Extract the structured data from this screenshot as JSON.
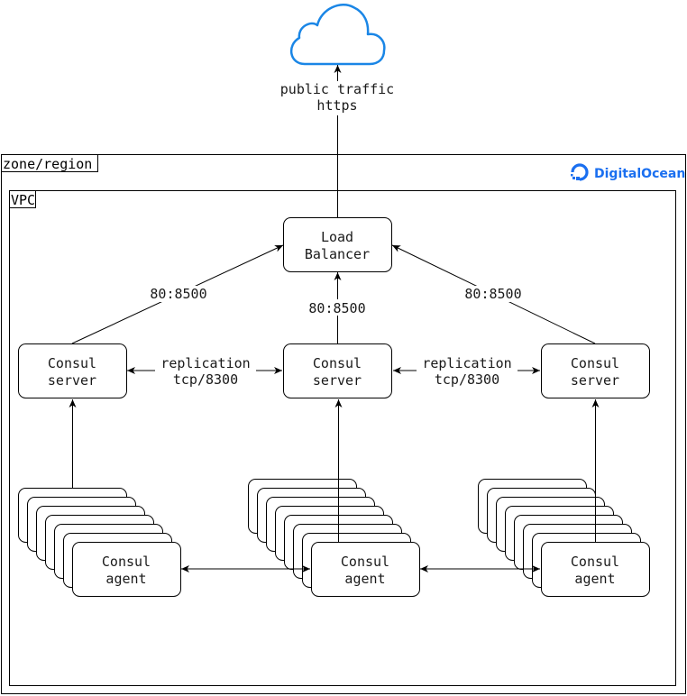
{
  "colors": {
    "cloud": "#1a86e6",
    "brand": "#1a6ff0",
    "stroke": "#000000"
  },
  "cloud": {
    "icon": "cloud-icon"
  },
  "internet_edge": {
    "line1": "public traffic",
    "line2": "https"
  },
  "zone": {
    "label": "zone/region"
  },
  "brand": {
    "name": "DigitalOcean",
    "icon": "digitalocean-logo-icon"
  },
  "vpc": {
    "label": "VPC"
  },
  "load_balancer": {
    "line1": "Load",
    "line2": "Balancer"
  },
  "servers": [
    {
      "line1": "Consul",
      "line2": "server"
    },
    {
      "line1": "Consul",
      "line2": "server"
    },
    {
      "line1": "Consul",
      "line2": "server"
    }
  ],
  "server_to_lb_labels": [
    "80:8500",
    "80:8500",
    "80:8500"
  ],
  "replication_labels": [
    {
      "line1": "replication",
      "line2": "tcp/8300"
    },
    {
      "line1": "replication",
      "line2": "tcp/8300"
    }
  ],
  "agents": [
    {
      "line1": "Consul",
      "line2": "agent",
      "stack_count": 7
    },
    {
      "line1": "Consul",
      "line2": "agent",
      "stack_count": 8
    },
    {
      "line1": "Consul",
      "line2": "agent",
      "stack_count": 8
    }
  ]
}
